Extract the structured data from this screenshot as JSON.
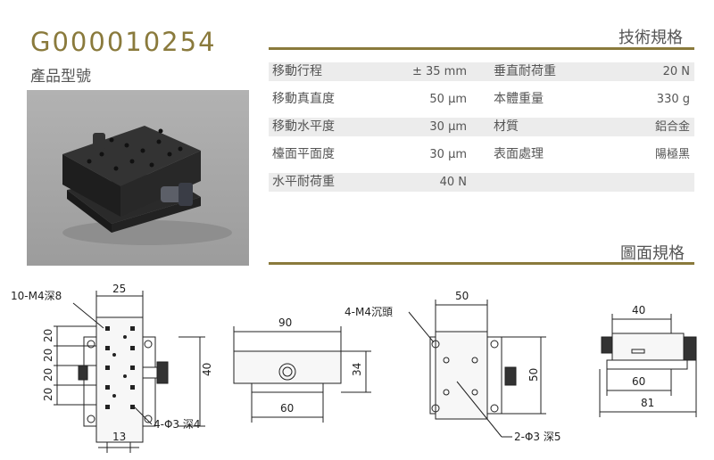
{
  "header": {
    "model_number": "G000010254",
    "model_label": "產品型號"
  },
  "specs": {
    "title": "技術規格",
    "rows": [
      {
        "left_label": "移動行程",
        "left_value": "± 35 mm",
        "right_label": "垂直耐荷重",
        "right_value": "20 N"
      },
      {
        "left_label": "移動真直度",
        "left_value": "50 µm",
        "right_label": "本體重量",
        "right_value": "330 g"
      },
      {
        "left_label": "移動水平度",
        "left_value": "30 µm",
        "right_label": "材質",
        "right_value": "鋁合金"
      },
      {
        "left_label": "檯面平面度",
        "left_value": "30 µm",
        "right_label": "表面處理",
        "right_value": "陽極黑"
      },
      {
        "left_label": "水平耐荷重",
        "left_value": "40 N",
        "right_label": "",
        "right_value": ""
      }
    ]
  },
  "drawings": {
    "title": "圖面規格",
    "top_view": {
      "callout_holes": "10-M4深8",
      "dim_width": "25",
      "dim_pitch": "20",
      "dim_height": "40",
      "dim_offset": "13",
      "callout_pins": "4-Φ3 深4"
    },
    "front_view": {
      "dim_width": "90",
      "dim_height": "34",
      "dim_base": "60"
    },
    "bottom_view": {
      "callout_csk": "4-M4沉頭",
      "dim_width": "50",
      "dim_height": "50",
      "callout_pins": "2-Φ3 深5"
    },
    "side_view": {
      "dim_top": "40",
      "dim_base": "60",
      "dim_overall": "81"
    }
  }
}
